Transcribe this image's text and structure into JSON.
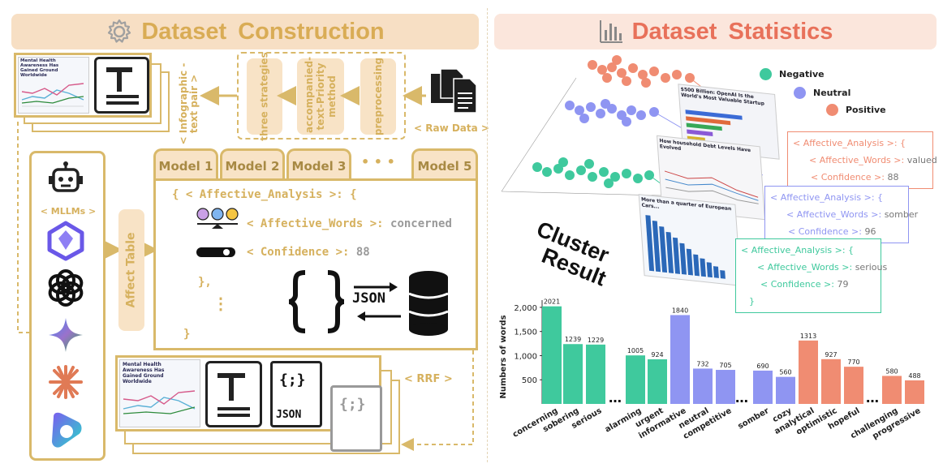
{
  "left": {
    "title": "Dataset Construction",
    "infographic_pair_label": "< Infographic -text pair >",
    "raw_data_label": "< Raw Data >",
    "stages": [
      "three strategies",
      "accompanied- text-Priority method",
      "preprocessing"
    ],
    "mllms_label": "< MLLMs >",
    "affect_table_label": "Affect Table",
    "models": [
      "Model 1",
      "Model 2",
      "Model 3",
      "Model 5"
    ],
    "models_ellipsis": "• • •",
    "code": {
      "open": "{ < Affective_Analysis >: {",
      "words_key": "< Affective_Words >:",
      "words_val": "concerned",
      "conf_key": "< Confidence >:",
      "conf_val": "88",
      "close_inner": "},",
      "dots": "⋮",
      "close": "}"
    },
    "json_label": "JSON",
    "rrf_label": "< RRF >",
    "thumb_title": "Mental Health Awareness Has Gained Ground Worldwide",
    "thumb_title_bottom": "Mental Health Awareness Has Gained Ground Worldwide"
  },
  "right": {
    "title": "Dataset Statistics",
    "legend": [
      {
        "label": "Negative",
        "color": "#3fc99d"
      },
      {
        "label": "Neutral",
        "color": "#8f95f2"
      },
      {
        "label": "Positive",
        "color": "#f08c72"
      }
    ],
    "cluster_label_1": "Cluster",
    "cluster_label_2": "Result",
    "boxes": [
      {
        "open": "< Affective_Analysis >: {",
        "words_key": "< Affective_Words >:",
        "words_val": "valued",
        "conf_key": "< Confidence >:",
        "conf_val": "88",
        "color": "#f08c72"
      },
      {
        "open": "< Affective_Analysis >: {",
        "words_key": "< Affective_Words >:",
        "words_val": "somber",
        "conf_key": "< Confidence >:",
        "conf_val": "96",
        "color": "#8f95f2"
      },
      {
        "open": "< Affective_Analysis >: {",
        "words_key": "< Affective_Words >:",
        "words_val": "serious",
        "conf_key": "< Confidence >:",
        "conf_val": "79",
        "close": "}",
        "color": "#3fc99d"
      }
    ],
    "thumb_titles": [
      "$500 Billion: OpenAI Is the World's Most Valuable Startup",
      "How household Debt Levels Have Evolved",
      "More than a quarter of European Cars..."
    ]
  },
  "chart_data": {
    "type": "bar",
    "ylabel": "Numbers of words",
    "yticks": [
      "500",
      "1,000",
      "1,500",
      "2,000"
    ],
    "ylim": [
      0,
      2150
    ],
    "categories": [
      "concerning",
      "sobering",
      "serious",
      "alarming",
      "urgent",
      "informative",
      "neutral",
      "competitive",
      "somber",
      "cozy",
      "analytical",
      "optimistic",
      "hopeful",
      "challenging",
      "progressive"
    ],
    "values": [
      2021,
      1239,
      1229,
      1005,
      924,
      1840,
      732,
      705,
      690,
      560,
      1313,
      927,
      770,
      580,
      488
    ],
    "groups": [
      "Negative",
      "Negative",
      "Negative",
      "Negative",
      "Negative",
      "Neutral",
      "Neutral",
      "Neutral",
      "Neutral",
      "Neutral",
      "Positive",
      "Positive",
      "Positive",
      "Positive",
      "Positive"
    ],
    "colors": {
      "Negative": "#3fc99d",
      "Neutral": "#8f95f2",
      "Positive": "#f08c72"
    },
    "ellipsis": "…"
  }
}
